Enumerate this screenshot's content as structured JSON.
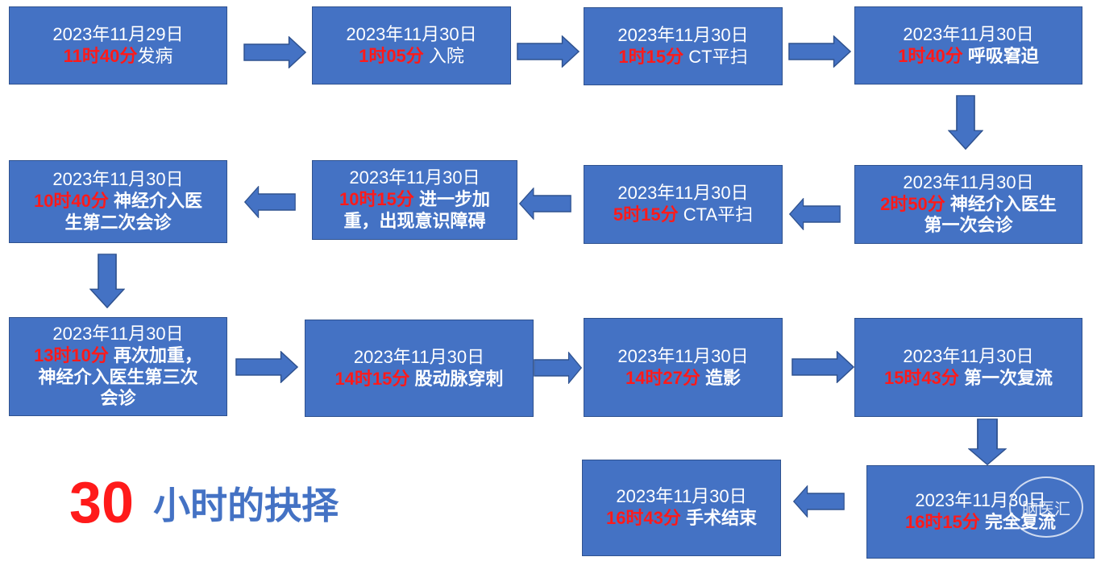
{
  "title": {
    "number": "30",
    "text": "小时的抉择"
  },
  "steps": [
    {
      "date": "2023年11月29日",
      "time": "11时40分",
      "event": "发病",
      "bold": false
    },
    {
      "date": "2023年11月30日",
      "time": "1时05分",
      "event": " 入院",
      "bold": false
    },
    {
      "date": "2023年11月30日",
      "time": "1时15分",
      "event": " CT平扫",
      "bold": false
    },
    {
      "date": "2023年11月30日",
      "time": "1时40分",
      "event": "  呼吸窘迫",
      "bold": true
    },
    {
      "date": "2023年11月30日",
      "time": "2时50分",
      "event": " 神经介入医生",
      "event2": "第一次会诊",
      "bold": true
    },
    {
      "date": "2023年11月30日",
      "time": "5时15分",
      "event": " CTA平扫",
      "bold": false
    },
    {
      "date": "2023年11月30日",
      "time": "10时15分",
      "event": " 进一步加",
      "event2": "重，出现意识障碍",
      "bold": true
    },
    {
      "date": "2023年11月30日",
      "time": "10时40分",
      "event": " 神经介入医",
      "event2": "生第二次会诊",
      "bold": true
    },
    {
      "date": "2023年11月30日",
      "time": "13时10分",
      "event": " 再次加重，",
      "event2": "神经介入医生第三次",
      "event3": "会诊",
      "bold": true
    },
    {
      "date": "2023年11月30日",
      "time": "14时15分",
      "event": " 股动脉穿刺",
      "bold": true
    },
    {
      "date": "2023年11月30日",
      "time": "14时27分",
      "event": " 造影",
      "bold": true
    },
    {
      "date": "2023年11月30日",
      "time": "15时43分",
      "event": " 第一次复流",
      "bold": true
    },
    {
      "date": "2023年11月30日",
      "time": "16时15分",
      "event": " 完全复流",
      "bold": true
    },
    {
      "date": "2023年11月30日",
      "time": "16时43分",
      "event": " 手术结束",
      "bold": true
    }
  ],
  "watermark": "脑医汇",
  "colors": {
    "box": "#4472c4",
    "time": "#ff1a1a",
    "title_number": "#ff1a1a",
    "title_text": "#4472c4"
  }
}
